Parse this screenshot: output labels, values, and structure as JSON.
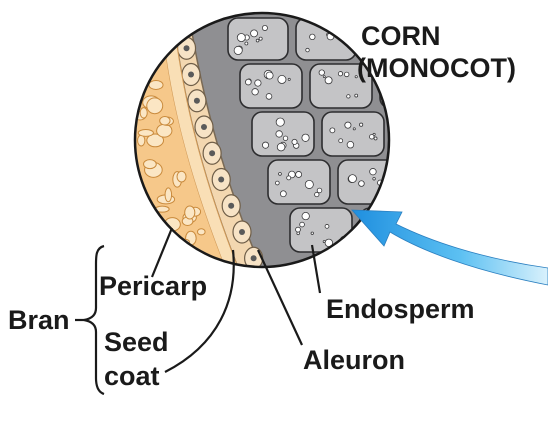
{
  "title_line1": "CORN",
  "title_line2": "(MONOCOT)",
  "labels": {
    "pericarp": "Pericarp",
    "seed_line1": "Seed",
    "seed_line2": "coat",
    "bran": "Bran",
    "endosperm": "Endosperm",
    "aleuron": "Aleuron"
  },
  "colors": {
    "pericarp": "#f6c88a",
    "seed_coat": "#f9dfb6",
    "aleuron": "#f3d7b0",
    "endosperm_cell": "#c4c4c6",
    "endosperm_bg": "#8f8f92",
    "arrow": "#3aa8e8"
  },
  "icons": [
    "magnified-cross-section",
    "pointer-arrow"
  ]
}
